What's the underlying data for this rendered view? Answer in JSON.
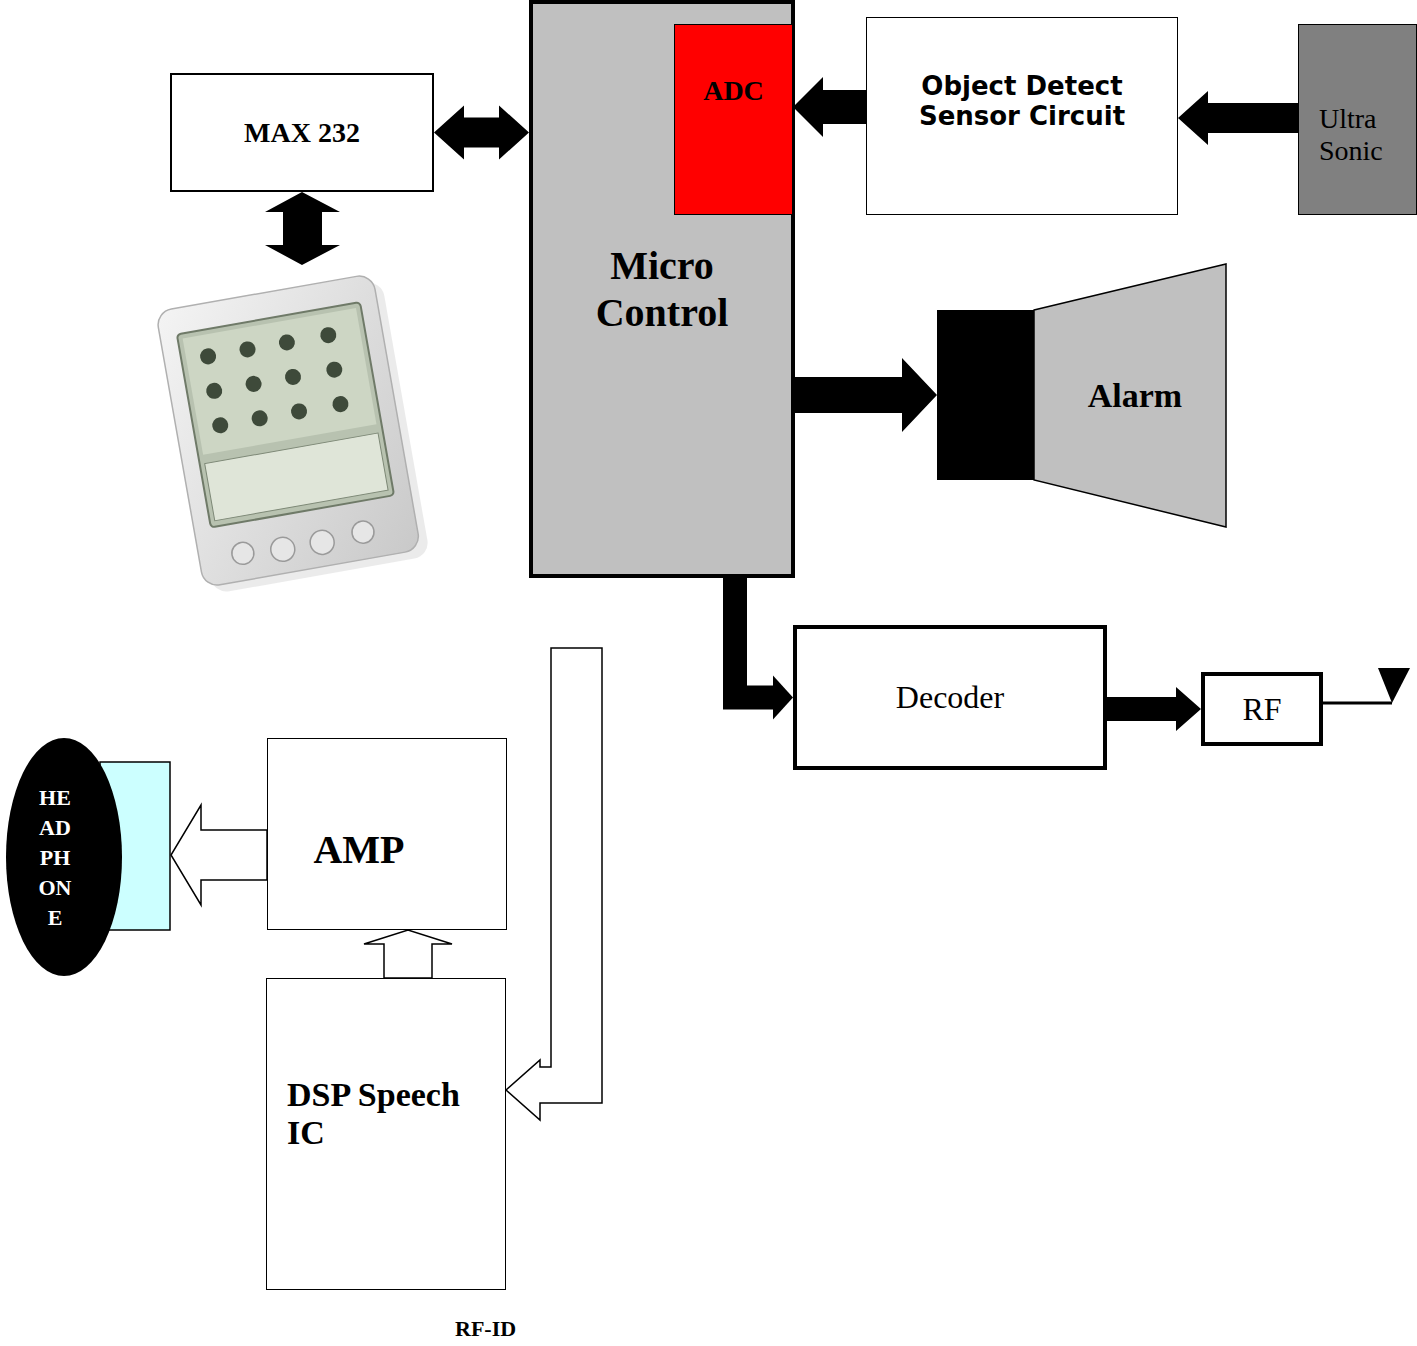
{
  "diagram": {
    "nodes": [
      {
        "text": [
          "MAX 232"
        ]
      },
      {
        "text": [
          "Micro Control"
        ]
      },
      {
        "text": [
          "ADC"
        ],
        "in": 1
      },
      {
        "text": [
          "Object Detect Sensor Circuit"
        ]
      },
      {
        "text": [
          "Ultra Sonic"
        ]
      },
      {
        "text": [
          "Alarm"
        ]
      },
      {
        "text": [
          "Decoder"
        ]
      },
      {
        "text": [
          "RF"
        ]
      },
      {
        "text": [
          "AMP"
        ]
      },
      {
        "text": [
          "DSP Speech IC"
        ]
      },
      {
        "text": [
          "HE AD PH ON E"
        ]
      }
    ],
    "edges": [
      {
        "from": 0,
        "to": 1,
        "arrow": "both"
      },
      {
        "from": 3,
        "to": 2,
        "arrow": "to"
      },
      {
        "from": 4,
        "to": 3,
        "arrow": "to"
      },
      {
        "from": 1,
        "to": 5,
        "arrow": "to"
      },
      {
        "from": 1,
        "to": 6,
        "arrow": "to"
      },
      {
        "from": 6,
        "to": 7,
        "arrow": "to"
      },
      {
        "from": 9,
        "to": 8,
        "arrow": "to"
      },
      {
        "from": 8,
        "to": 10,
        "arrow": "to"
      }
    ],
    "labels": [
      "RF-ID"
    ]
  }
}
